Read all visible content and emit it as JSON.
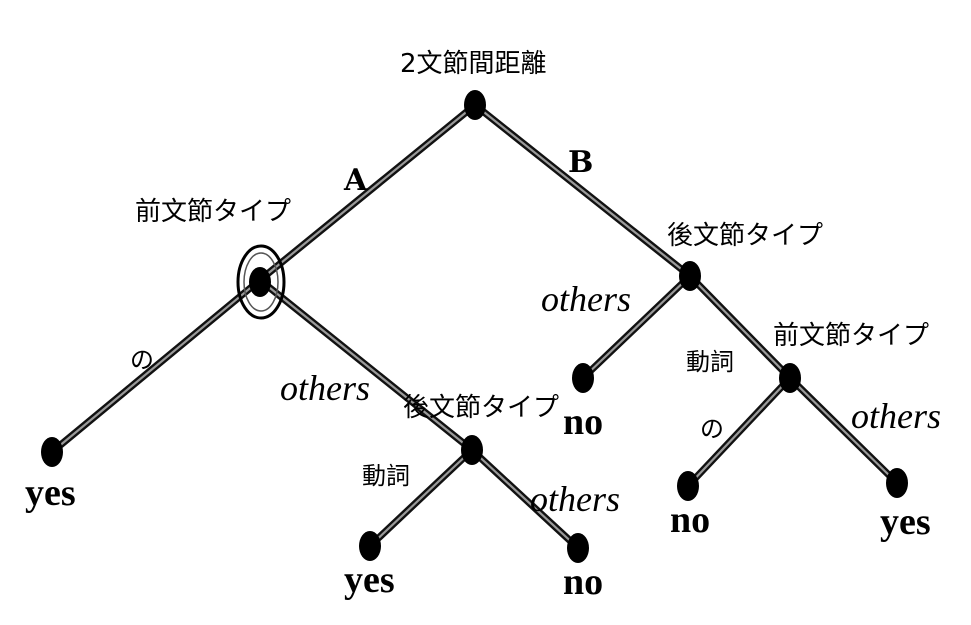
{
  "nodes": {
    "root": "2文節間距離",
    "left_internal": "前文節タイプ",
    "right_internal": "後文節タイプ",
    "left_right_internal": "後文節タイプ",
    "right_right_internal": "前文節タイプ"
  },
  "edges": {
    "root_to_left": "A",
    "root_to_right": "B",
    "left_to_yes": "の",
    "left_to_lower": "others",
    "right_to_no": "others",
    "right_to_lower": "動詞",
    "lower_left_to_yes": "動詞",
    "lower_left_to_no": "others",
    "lower_right_to_no": "の",
    "lower_right_to_yes": "others"
  },
  "leaves": {
    "leaf_yes_left": "yes",
    "leaf_yes_mid": "yes",
    "leaf_no_mid": "no",
    "leaf_no_right_top": "no",
    "leaf_no_right_bottom": "no",
    "leaf_yes_right": "yes"
  }
}
